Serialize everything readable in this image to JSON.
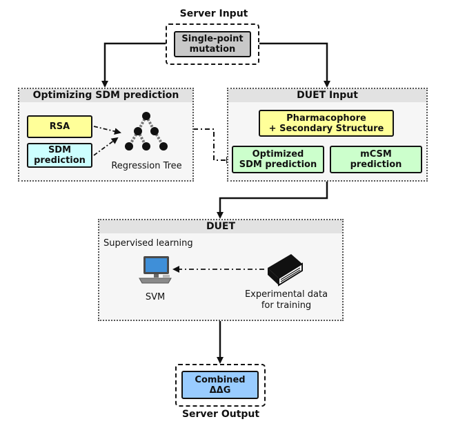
{
  "server_input": {
    "title": "Server Input",
    "box": "Single-point\nmutation"
  },
  "sdm_panel": {
    "title": "Optimizing SDM prediction",
    "rsa": "RSA",
    "sdm": "SDM\nprediction",
    "tree_label": "Regression Tree"
  },
  "duet_input": {
    "title": "DUET Input",
    "pharmacophore": "Pharmacophore\n+ Secondary Structure",
    "optimized_sdm": "Optimized\nSDM prediction",
    "mcsm": "mCSM\nprediction"
  },
  "duet": {
    "title": "DUET",
    "subtitle": "Supervised learning",
    "svm": "SVM",
    "experimental": "Experimental data\nfor training"
  },
  "server_output": {
    "title": "Server Output",
    "box": "Combined\nΔΔG"
  },
  "colors": {
    "yellow": "#ffff99",
    "cyan": "#ccffff",
    "green": "#ccffcc",
    "grey": "#c8c8c8",
    "blue": "#99ccff"
  },
  "icons": [
    "regression-tree-icon",
    "computer-icon",
    "book-icon"
  ]
}
